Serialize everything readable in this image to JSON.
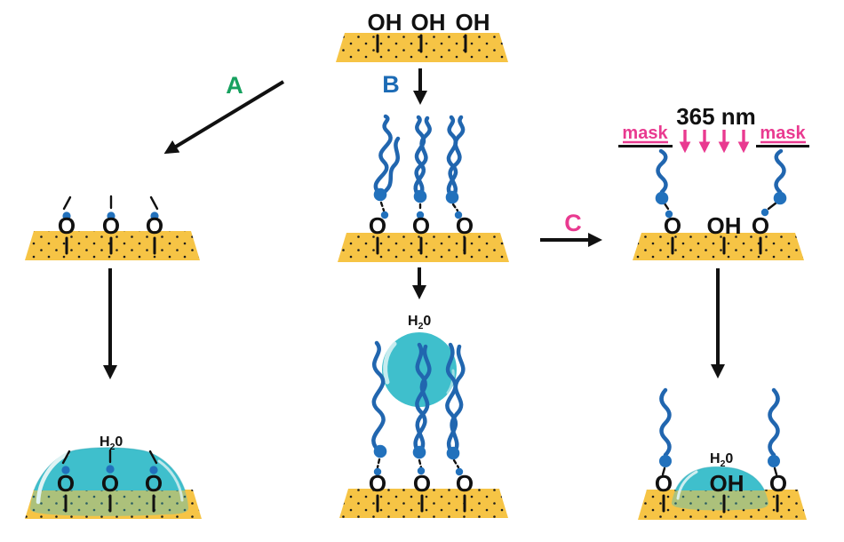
{
  "colors": {
    "substrate": "#F6C445",
    "grain": "#1d1d1d",
    "water": "#3FBFCC",
    "water-pale": "#DFF3F4",
    "chain": "#2166AF",
    "dot": "#2271BC",
    "ink": "#111111",
    "pink": "#E93A90",
    "green": "#17A15F",
    "blue": "#1C6BB5"
  },
  "routes": {
    "a": "A",
    "b": "B",
    "c": "C"
  },
  "uv": {
    "wavelength": "365 nm",
    "mask_left": "mask",
    "mask_right": "mask"
  },
  "panels": {
    "top": {
      "groups": [
        "OH",
        "OH",
        "OH"
      ]
    },
    "left": {
      "groups": [
        "O",
        "O",
        "O"
      ]
    },
    "center": {
      "groups": [
        "O",
        "O",
        "O"
      ]
    },
    "right": {
      "groups": [
        "O",
        "OH",
        "O"
      ]
    },
    "bottom_left": {
      "groups": [
        "O",
        "O",
        "O"
      ],
      "water": {
        "h": "H",
        "sub": "2",
        "zero": "0"
      }
    },
    "bottom_center": {
      "groups": [
        "O",
        "O",
        "O"
      ],
      "water": {
        "h": "H",
        "sub": "2",
        "zero": "0"
      }
    },
    "bottom_right": {
      "groups": [
        "O",
        "OH",
        "O"
      ],
      "water": {
        "h": "H",
        "sub": "2",
        "zero": "0"
      }
    }
  }
}
